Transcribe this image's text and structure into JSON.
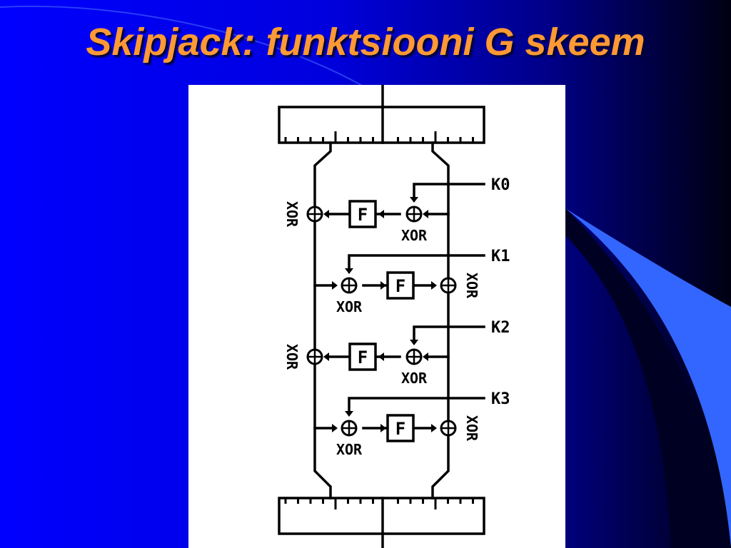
{
  "slide": {
    "title": "Skipjack: funktsiooni G skeem",
    "colors": {
      "title": "#FF9933",
      "background_dark": "#000033",
      "background_blue": "#0000EE",
      "swoosh": "#3366FF"
    }
  },
  "diagram": {
    "function_label": "F",
    "xor_label": "XOR",
    "keys": [
      "K0",
      "K1",
      "K2",
      "K3"
    ]
  }
}
